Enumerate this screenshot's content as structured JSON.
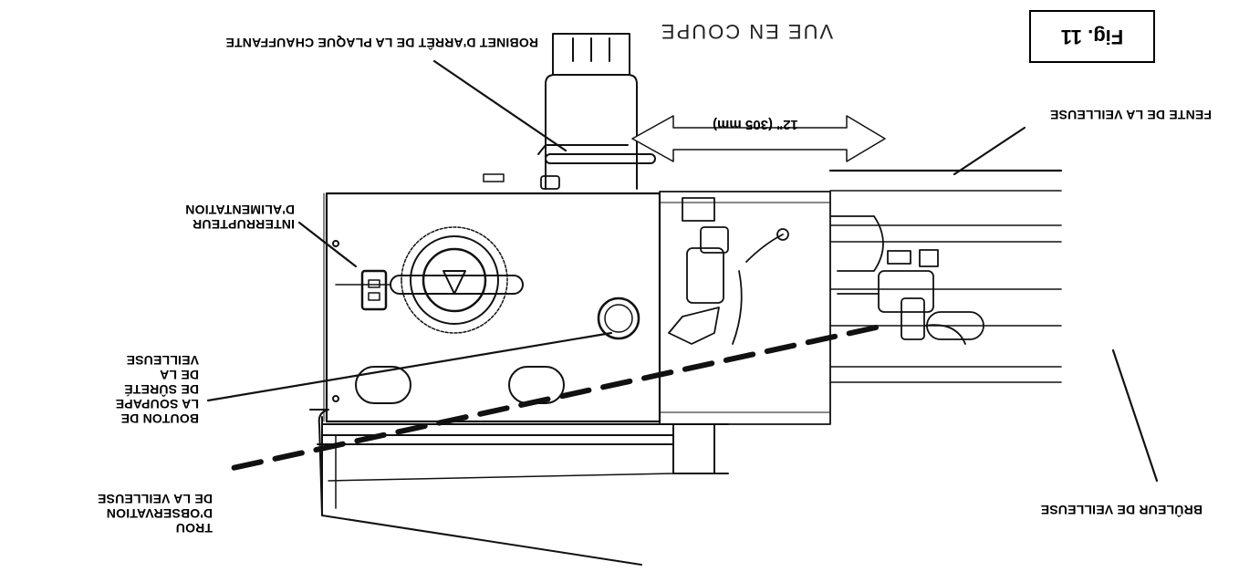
{
  "figure": {
    "number": "Fig. 11",
    "view_title": "VUE EN COUPE",
    "dimension": "12\" (305 mm)"
  },
  "labels": {
    "shutoff_valve": "ROBINET D'ARRÊT  DE LA PLAQUE CHAUFFANTE",
    "pilot_slot": "FENTE DE LA VEILLEUSE",
    "power_switch": [
      "INTERRUPTEUR",
      "D'ALIMENTATION"
    ],
    "safety_valve_knob": [
      "BOUTON DE",
      "LA SOUPAPE",
      "DE SÛRETÉ",
      "DE LA",
      "VEILLEUSE"
    ],
    "pilot_sight_hole": [
      "TROU",
      "D'OBSERVATION",
      "DE LA VEILLEUSE"
    ],
    "pilot_burner": "BRÛLEUR DE VEILLEUSE"
  }
}
